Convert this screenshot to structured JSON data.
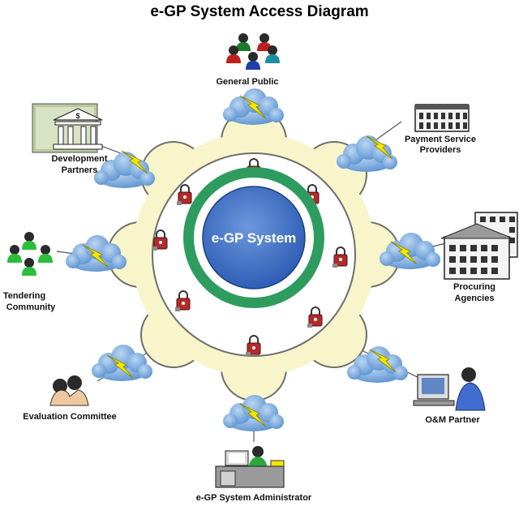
{
  "title": "e-GP System Access Diagram",
  "center_label": "e-GP System",
  "nodes": {
    "general_public": "General Public",
    "payment_providers": [
      "Payment Service",
      "Providers"
    ],
    "procuring_agencies": [
      "Procuring",
      "Agencies"
    ],
    "om_partner": "O&M Partner",
    "sys_admin": "e-GP System Administrator",
    "evaluation_committee": "Evaluation Committee",
    "tendering_community": [
      "Tendering",
      "Community"
    ],
    "development_partners": [
      "Development",
      "Partners"
    ]
  },
  "colors": {
    "ring_fill": "#f7f5c9",
    "ring_outline": "#6e6e6e",
    "green_band": "#2e9c5f",
    "center_blue": "#3d6fc4",
    "cloud": "#7aaee0",
    "bolt": "#f2e600",
    "lock": "#b32a2a"
  },
  "icons": [
    "user-group-icon",
    "bank-icon",
    "office-building-icon",
    "tall-building-icon",
    "computer-operator-icon",
    "admin-desk-icon",
    "people-pair-icon",
    "green-users-icon",
    "lock-icon",
    "cloud-icon",
    "lightning-icon"
  ]
}
